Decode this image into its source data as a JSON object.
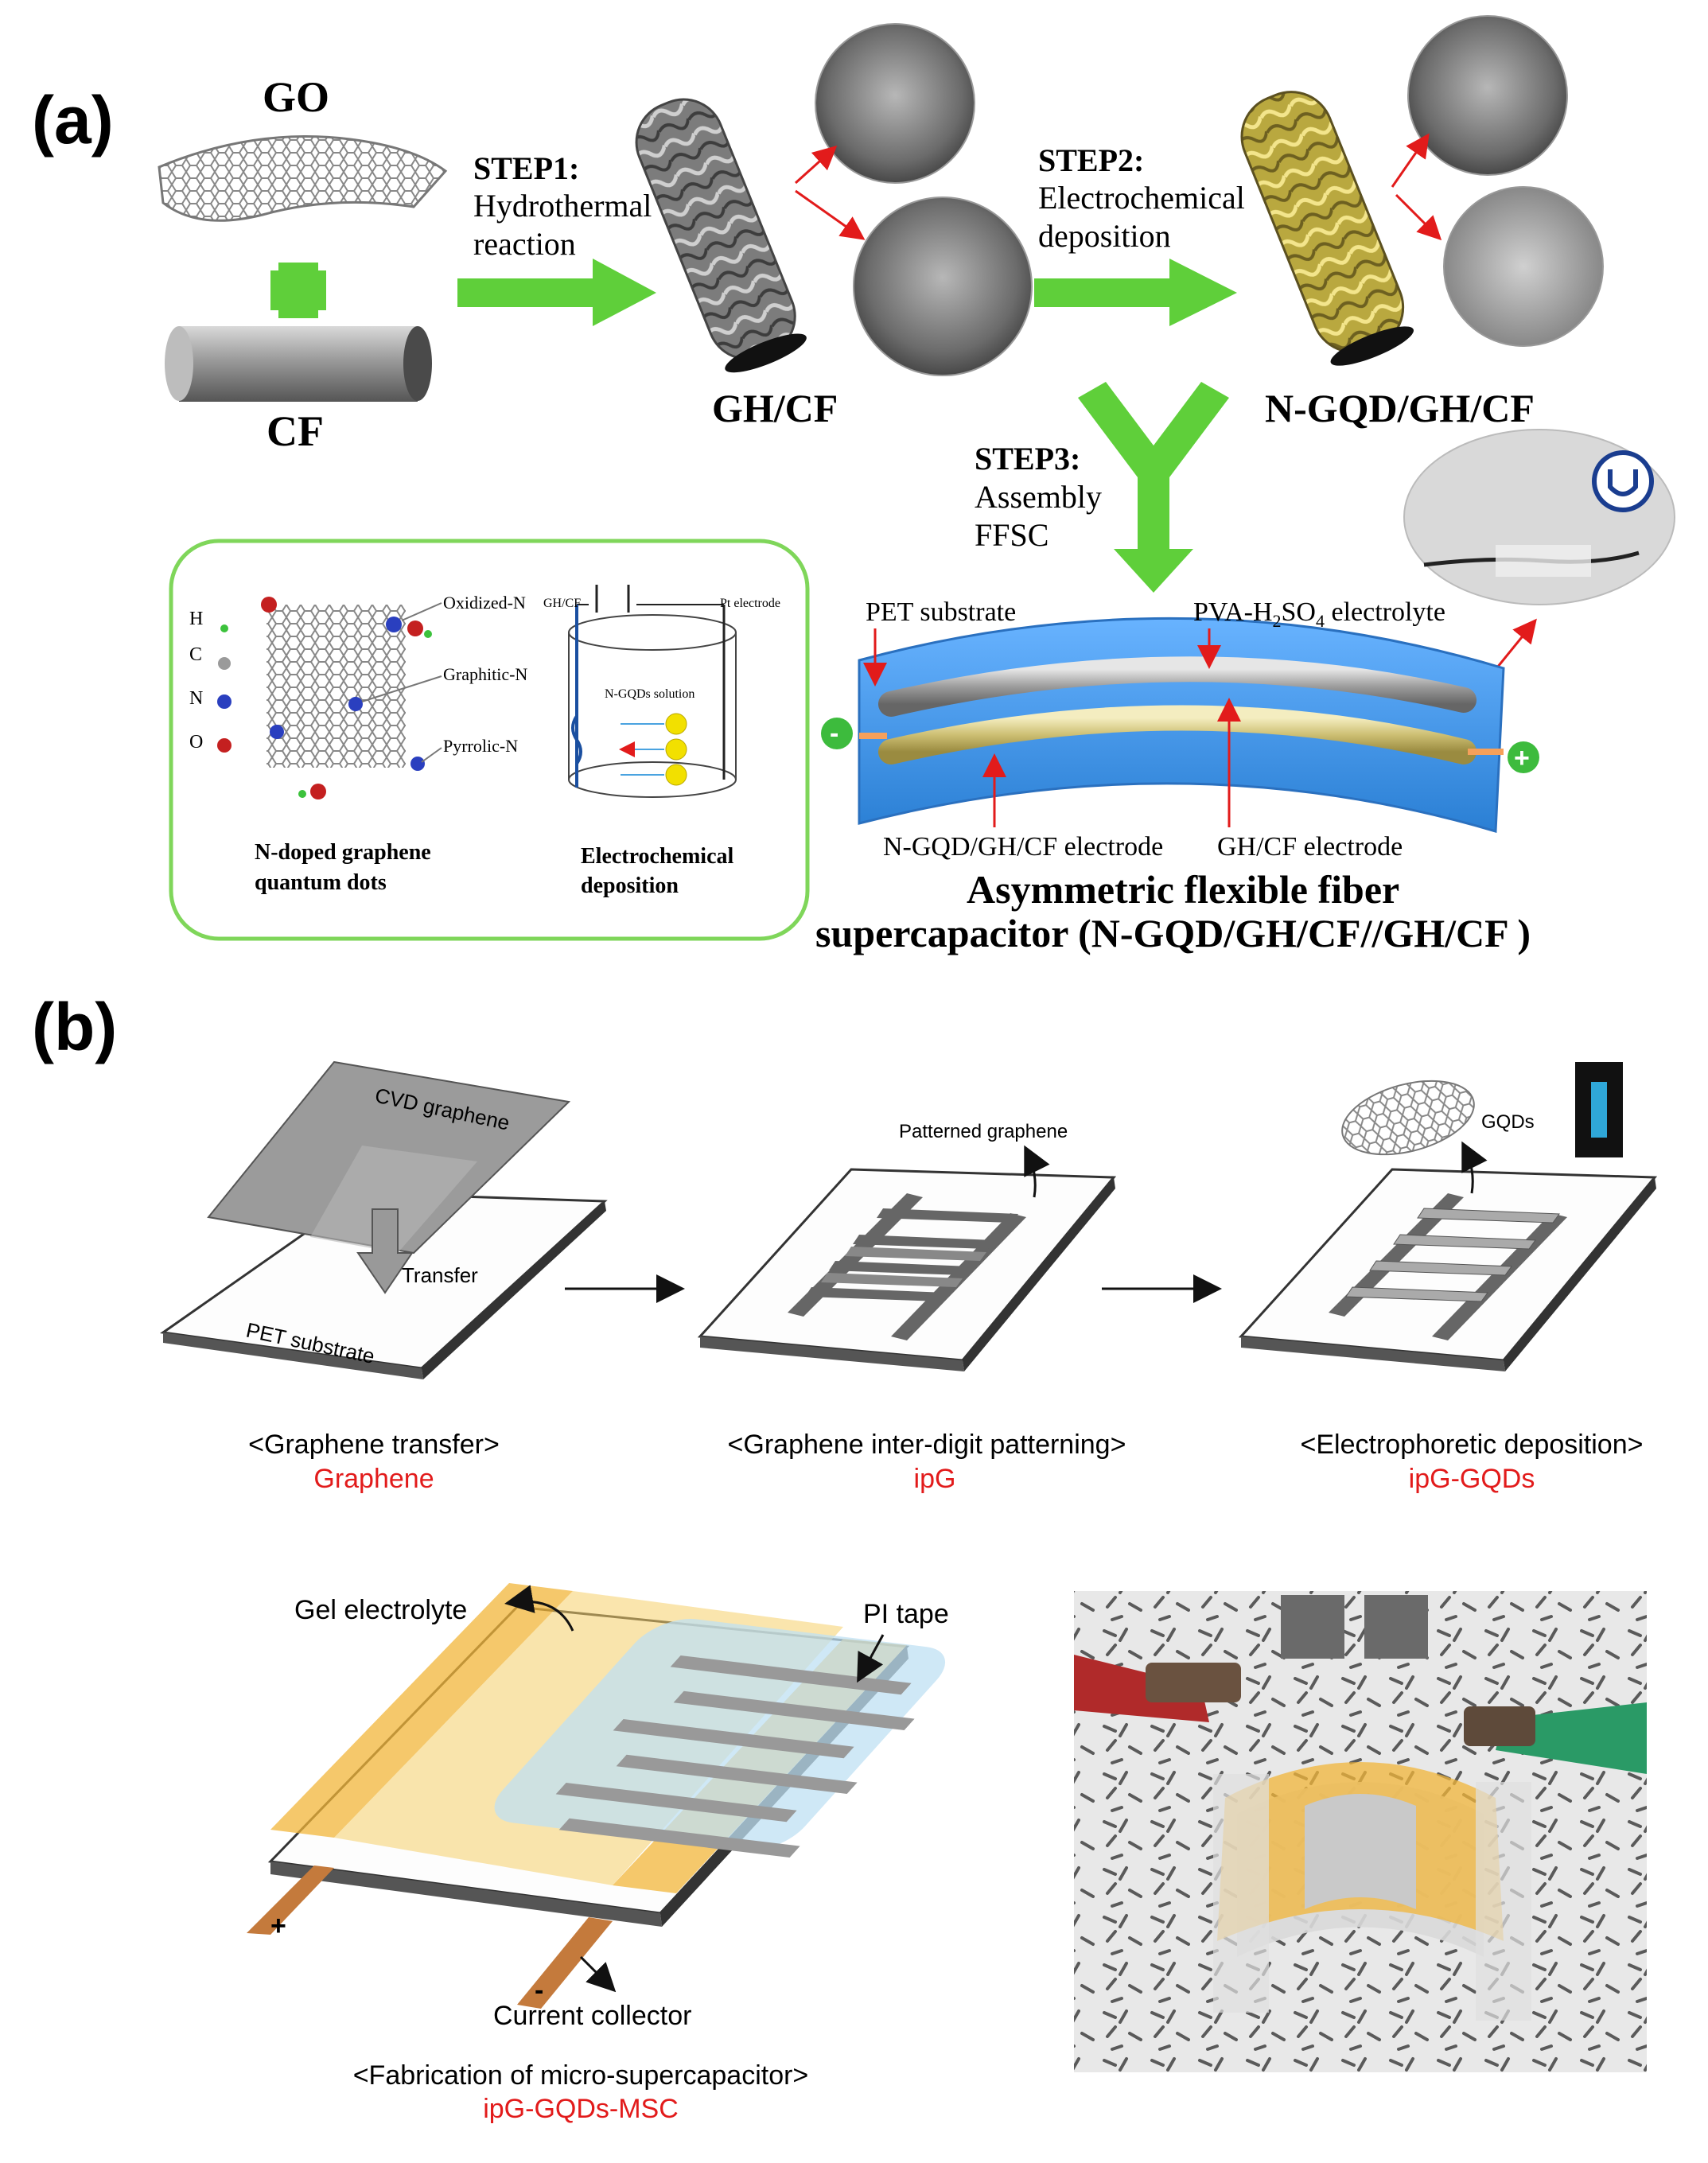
{
  "panel_a": {
    "label": "(a)",
    "go_label": "GO",
    "cf_label": "CF",
    "step1": {
      "title": "STEP1:",
      "line1": "Hydrothermal",
      "line2": "reaction"
    },
    "ghcf_label": "GH/CF",
    "step2": {
      "title": "STEP2:",
      "line1": "Electrochemical",
      "line2": "deposition"
    },
    "ngqd_label": "N-GQD/GH/CF",
    "step3": {
      "title": "STEP3:",
      "line1": "Assembly",
      "line2": "FFSC"
    },
    "inset": {
      "legend": [
        "H",
        "C",
        "N",
        "O"
      ],
      "oxidized": "Oxidized-N",
      "graphitic": "Graphitic-N",
      "pyrrolic": "Pyrrolic-N",
      "ghcf_small": "GH/CF",
      "pt_electrode": "Pt electrode",
      "solution": "N-GQDs solution",
      "caption_left_1": "N-doped graphene",
      "caption_left_2": "quantum dots",
      "caption_right_1": "Electrochemical",
      "caption_right_2": "deposition"
    },
    "device": {
      "pet": "PET substrate",
      "electrolyte": "PVA-H",
      "electrolyte_sub1": "2",
      "electrolyte_mid": "SO",
      "electrolyte_sub2": "4",
      "electrolyte_end": " electrolyte",
      "ngqd_electrode": "N-GQD/GH/CF electrode",
      "ghcf_electrode": "GH/CF electrode",
      "minus": "-",
      "plus": "+",
      "title_1": "Asymmetric flexible fiber",
      "title_2": "supercapacitor (N-GQD/GH/CF//GH/CF )"
    }
  },
  "panel_b": {
    "label": "(b)",
    "cvd": "CVD graphene",
    "transfer": "Transfer",
    "pet": "PET substrate",
    "patterned": "Patterned graphene",
    "gqds": "GQDs",
    "step1_caption": "<Graphene transfer>",
    "step1_sub": "Graphene",
    "step2_caption": "<Graphene inter-digit patterning>",
    "step2_sub": "ipG",
    "step3_caption": "<Electrophoretic deposition>",
    "step3_sub": "ipG-GQDs",
    "gel": "Gel electrolyte",
    "pi_tape": "PI tape",
    "current_collector": "Current collector",
    "plus": "+",
    "minus": "-",
    "fab_caption": "<Fabrication of micro-supercapacitor>",
    "fab_sub": "ipG-GQDs-MSC"
  },
  "colors": {
    "arrow_green": "#5fcf3a",
    "highlight_red": "#e21b1b",
    "device_blue": "#3f8fe0",
    "kapton": "#f2b53a"
  }
}
